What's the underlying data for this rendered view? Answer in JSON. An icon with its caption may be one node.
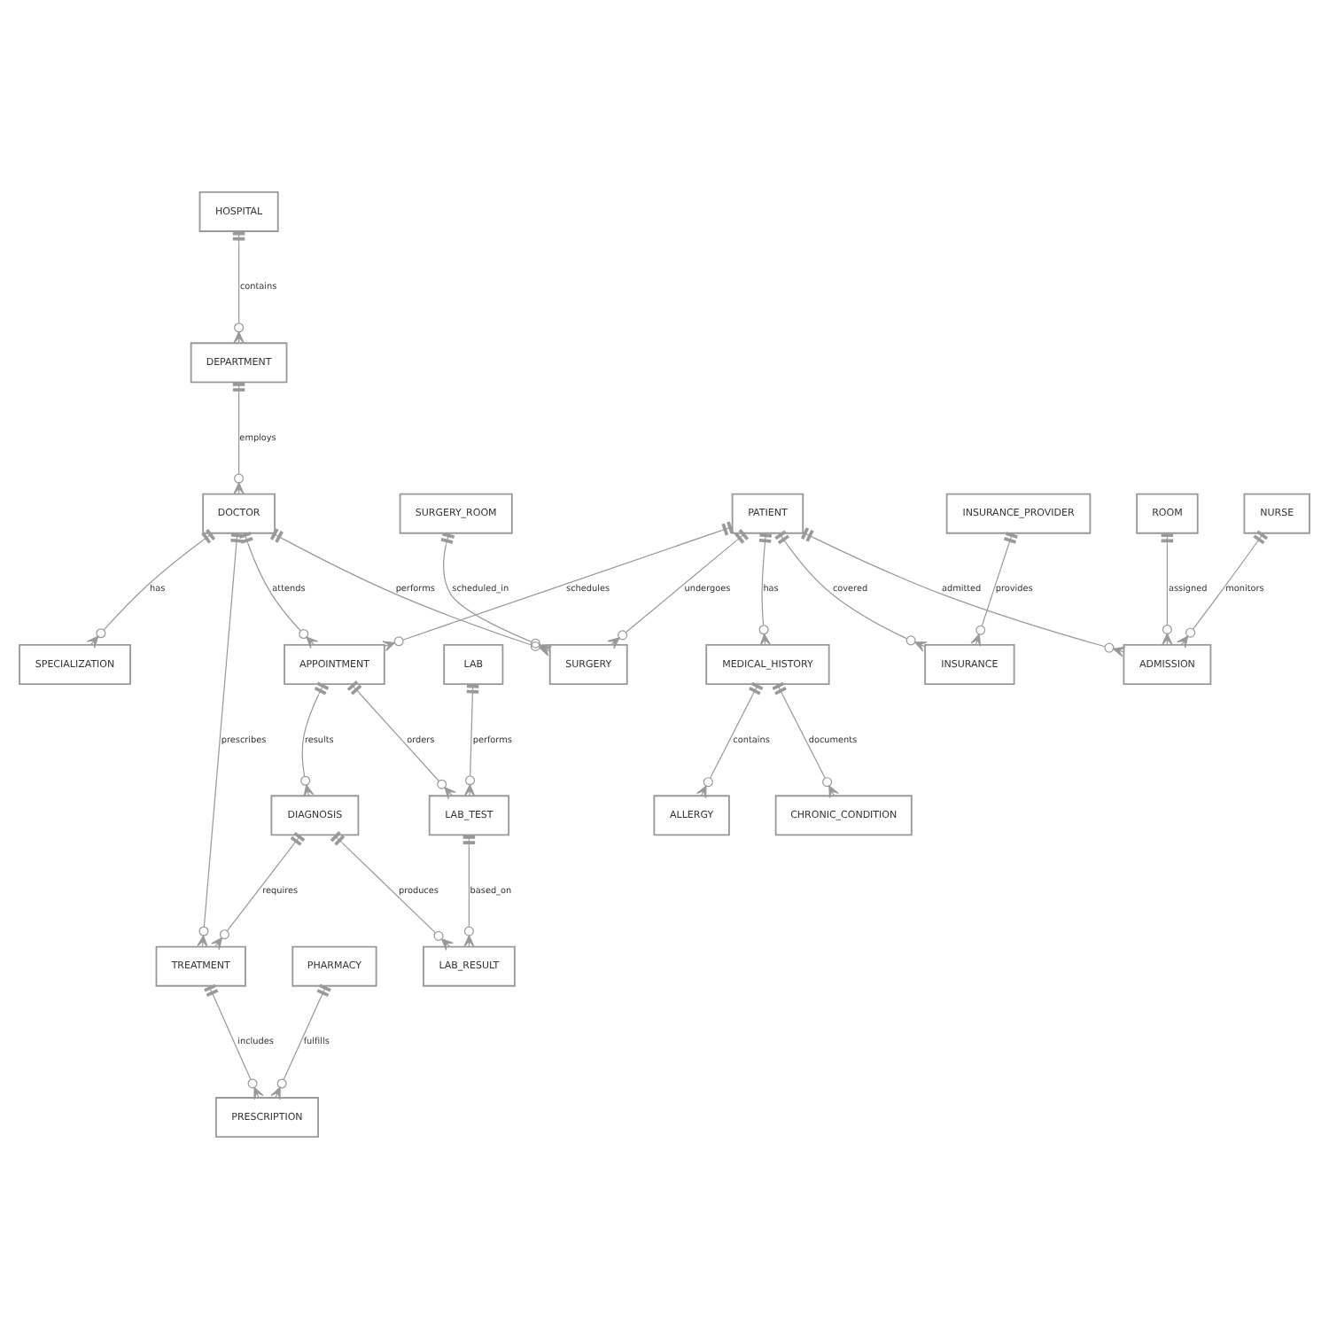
{
  "diagram": {
    "nodes": [
      {
        "text": [
          "HOSPITAL"
        ]
      },
      {
        "text": [
          "DEPARTMENT"
        ]
      },
      {
        "text": [
          "INSURANCE_PROVIDER"
        ]
      },
      {
        "text": [
          "DOCTOR"
        ]
      },
      {
        "text": [
          "PATIENT"
        ]
      },
      {
        "text": [
          "ROOM"
        ]
      },
      {
        "text": [
          "NURSE"
        ]
      },
      {
        "text": [
          "SURGERY_ROOM"
        ]
      },
      {
        "text": [
          "MEDICAL_HISTORY"
        ]
      },
      {
        "text": [
          "SPECIALIZATION"
        ]
      },
      {
        "text": [
          "INSURANCE"
        ]
      },
      {
        "text": [
          "APPOINTMENT"
        ]
      },
      {
        "text": [
          "ADMISSION"
        ]
      },
      {
        "text": [
          "SURGERY"
        ]
      },
      {
        "text": [
          "LAB"
        ]
      },
      {
        "text": [
          "ALLERGY"
        ]
      },
      {
        "text": [
          "CHRONIC_CONDITION"
        ]
      },
      {
        "text": [
          "DIAGNOSIS"
        ]
      },
      {
        "text": [
          "LAB_TEST"
        ]
      },
      {
        "text": [
          "TREATMENT"
        ]
      },
      {
        "text": [
          "PHARMACY"
        ]
      },
      {
        "text": [
          "LAB_RESULT"
        ]
      },
      {
        "text": [
          "PRESCRIPTION"
        ]
      }
    ],
    "edges": [
      {
        "from": 0,
        "to": 1,
        "arrow": "other",
        "label": "contains"
      },
      {
        "from": 1,
        "to": 3,
        "arrow": "other",
        "label": "employs"
      },
      {
        "from": 4,
        "to": 8,
        "arrow": "other",
        "label": "has"
      },
      {
        "from": 3,
        "to": 9,
        "arrow": "other",
        "label": "has"
      },
      {
        "from": 4,
        "to": 10,
        "arrow": "other",
        "label": "covered"
      },
      {
        "from": 2,
        "to": 10,
        "arrow": "other",
        "label": "provides"
      },
      {
        "from": 4,
        "to": 11,
        "arrow": "other",
        "label": "schedules"
      },
      {
        "from": 3,
        "to": 11,
        "arrow": "other",
        "label": "attends"
      },
      {
        "from": 5,
        "to": 12,
        "arrow": "other",
        "label": "assigned"
      },
      {
        "from": 4,
        "to": 12,
        "arrow": "other",
        "label": "admitted"
      },
      {
        "from": 6,
        "to": 12,
        "arrow": "other",
        "label": "monitors"
      },
      {
        "from": 3,
        "to": 13,
        "arrow": "other",
        "label": "performs"
      },
      {
        "from": 4,
        "to": 13,
        "arrow": "other",
        "label": "undergoes"
      },
      {
        "from": 7,
        "to": 13,
        "arrow": "other",
        "label": "scheduled_in"
      },
      {
        "from": 3,
        "to": 19,
        "arrow": "other",
        "label": "prescribes"
      },
      {
        "from": 8,
        "to": 15,
        "arrow": "other",
        "label": "contains"
      },
      {
        "from": 8,
        "to": 16,
        "arrow": "other",
        "label": "documents"
      },
      {
        "from": 11,
        "to": 17,
        "arrow": "other",
        "label": "results"
      },
      {
        "from": 11,
        "to": 18,
        "arrow": "other",
        "label": "orders"
      },
      {
        "from": 14,
        "to": 18,
        "arrow": "other",
        "label": "performs"
      },
      {
        "from": 17,
        "to": 19,
        "arrow": "other",
        "label": "requires"
      },
      {
        "from": 17,
        "to": 21,
        "arrow": "other",
        "label": "produces"
      },
      {
        "from": 18,
        "to": 21,
        "arrow": "other",
        "label": "based_on"
      },
      {
        "from": 19,
        "to": 22,
        "arrow": "other",
        "label": "includes"
      },
      {
        "from": 20,
        "to": 22,
        "arrow": "other",
        "label": "fulfills"
      }
    ]
  }
}
